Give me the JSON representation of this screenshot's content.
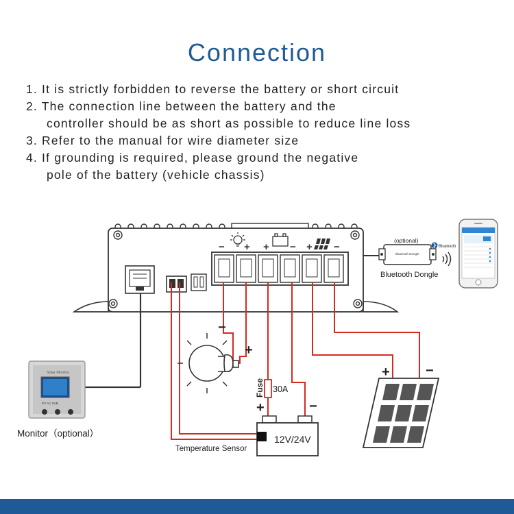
{
  "title": "Connection",
  "notes": [
    "1. It is strictly forbidden to reverse the battery or short circuit",
    "2. The connection line between the battery and the",
    "controller should be as short as possible to reduce line loss",
    "3. Refer to the manual for wire diameter size",
    "4. If grounding is required, please ground the negative",
    "pole of the battery (vehicle chassis)"
  ],
  "labels": {
    "bluetooth_dongle": "Bluetooth Dongle",
    "optional_tag": "(optional)",
    "dongle_body": "Bluetooth Dongle",
    "bluetooth_word": "Bluetooth",
    "monitor": "Monitor（optional）",
    "monitor_screen": "Solar Monitor",
    "monitor_keys": "PV  AC  SUB",
    "temperature_sensor": "Temperature Sensor",
    "battery": "12V/24V",
    "fuse": "Fuse",
    "fuse_rating": "30A",
    "plus": "+",
    "minus": "−"
  },
  "colors": {
    "accent": "#1f5a96",
    "wire": "#d42a20",
    "device": "#333333"
  }
}
